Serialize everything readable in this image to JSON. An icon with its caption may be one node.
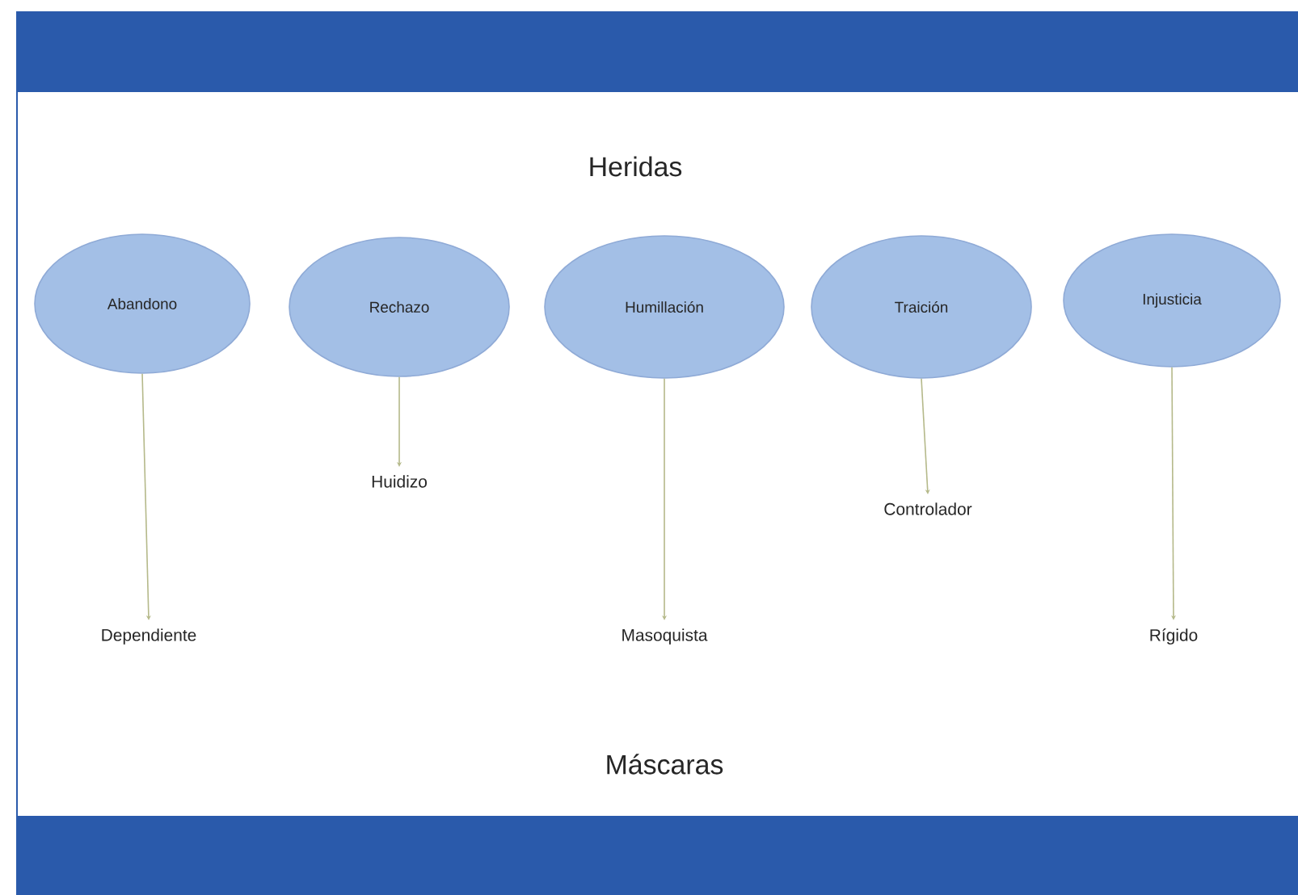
{
  "diagram": {
    "title": "Heridas",
    "nodes": [
      {
        "text": [
          "Abandono"
        ]
      },
      {
        "text": [
          "Rechazo"
        ]
      },
      {
        "text": [
          "Humillación"
        ]
      },
      {
        "text": [
          "Traición"
        ]
      },
      {
        "text": [
          "Injusticia"
        ]
      },
      {
        "text": [
          "Huidizo"
        ]
      },
      {
        "text": [
          "Controlador"
        ]
      },
      {
        "text": [
          "Dependiente"
        ]
      },
      {
        "text": [
          "Masoquista"
        ]
      },
      {
        "text": [
          "Rígido"
        ]
      }
    ],
    "edges": [
      {
        "from": 0,
        "to": 7,
        "arrow": "to"
      },
      {
        "from": 1,
        "to": 5,
        "arrow": "to"
      },
      {
        "from": 2,
        "to": 8,
        "arrow": "to"
      },
      {
        "from": 3,
        "to": 6,
        "arrow": "to"
      },
      {
        "from": 4,
        "to": 9,
        "arrow": "to"
      }
    ],
    "labels": [
      "Máscaras"
    ]
  }
}
